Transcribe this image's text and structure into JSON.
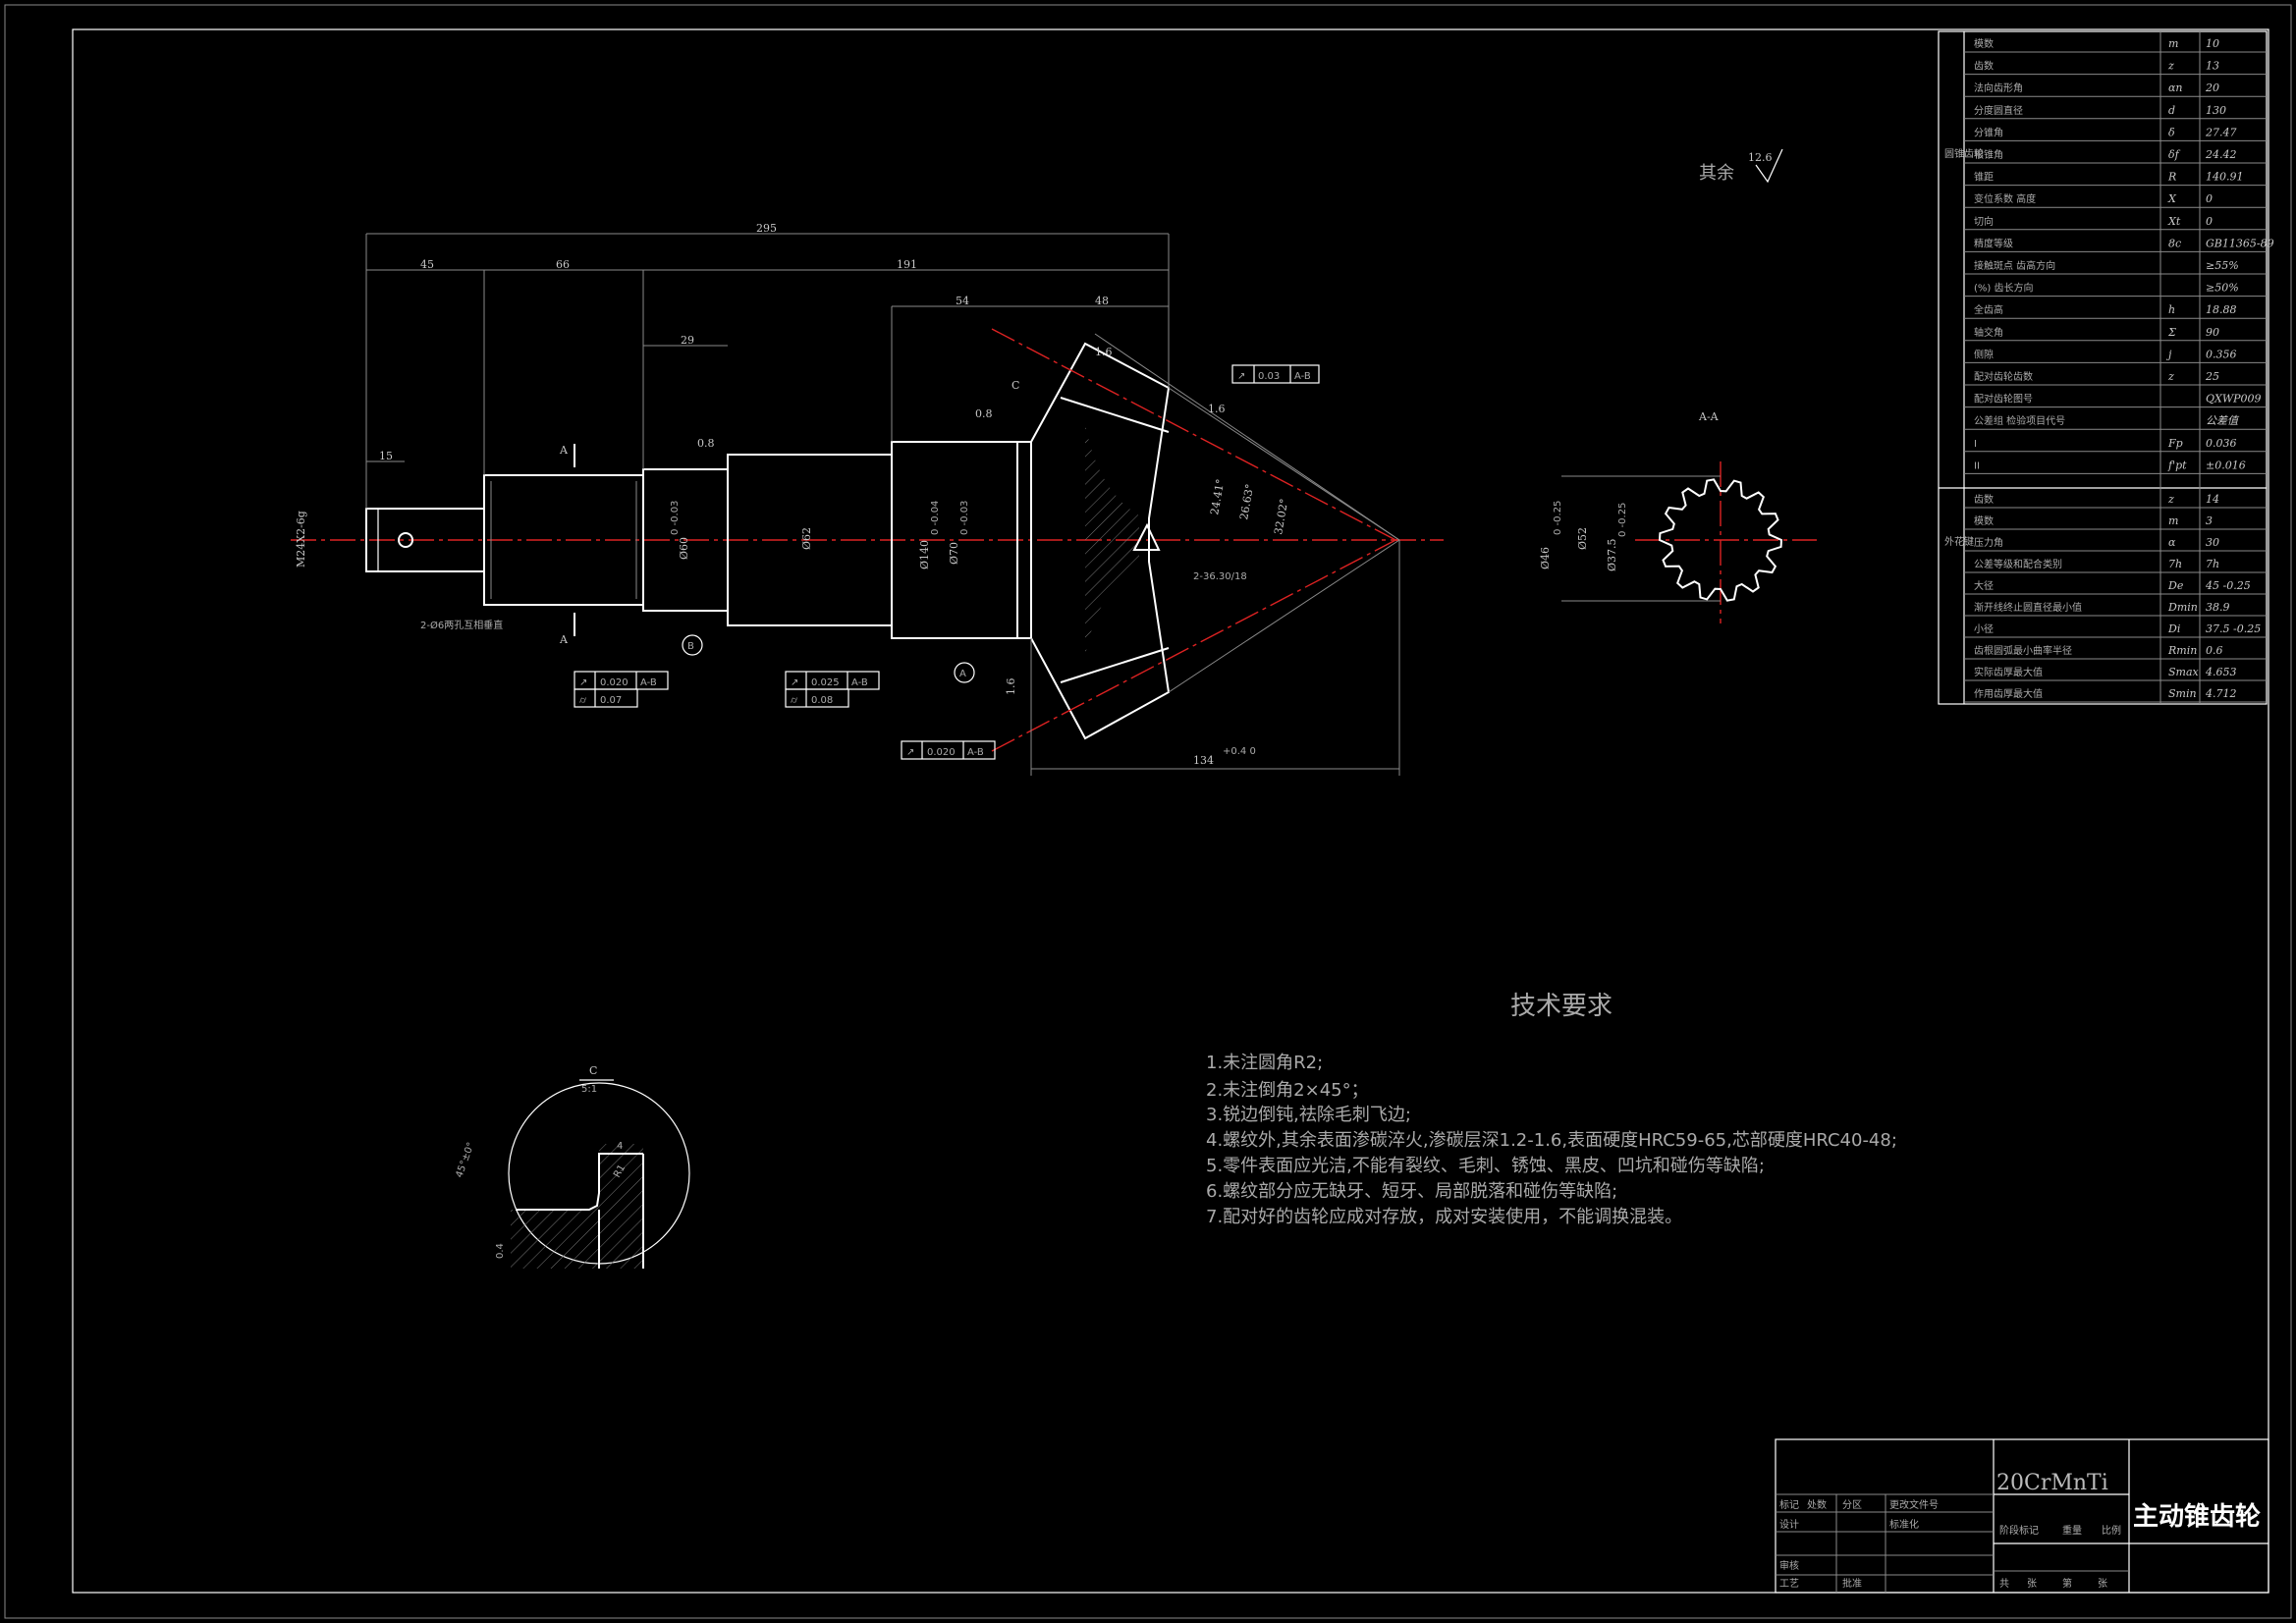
{
  "roughness_note": {
    "label": "其余",
    "value": "12.6"
  },
  "dims": {
    "d295": "295",
    "d45": "45",
    "d66": "66",
    "d191": "191",
    "d54": "54",
    "d48": "48",
    "d29": "29",
    "d15": "15",
    "thread": "M24X2-6g",
    "phi60": "Ø60",
    "phi60_tol": "0  -0.03",
    "phi62": "Ø62",
    "phi140": "Ø140",
    "phi140_tol": "0  -0.04",
    "phi70": "Ø70",
    "phi70_tol": "0  -0.03",
    "d134": "134",
    "d134_tol": "+0.4  0",
    "ang1": "24.41°",
    "ang2": "26.63°",
    "ang3": "32.02°",
    "r08a": "0.8",
    "r08b": "0.8",
    "r16a": "1.6",
    "r16b": "1.6",
    "r16c": "1.6",
    "holes": "2-Ø6两孔互相垂直",
    "holes2": "2-36.30/18",
    "sec_label": "A-A",
    "cut_a": "A",
    "phi46": "Ø46",
    "phi46_tol": "0  -0.25",
    "phi52": "Ø52",
    "phi37": "Ø37.5",
    "phi37_tol": "0  -0.25",
    "datum_a": "A",
    "datum_b": "B",
    "mark_c": "C"
  },
  "tolerances": [
    {
      "sym": "↗",
      "val": "0.03",
      "ref": "A-B"
    },
    {
      "sym": "↗",
      "val": "0.020",
      "ref": "A-B"
    },
    {
      "sym": "⌭",
      "val": "0.07",
      "ref": ""
    },
    {
      "sym": "↗",
      "val": "0.025",
      "ref": "A-B"
    },
    {
      "sym": "⌭",
      "val": "0.08",
      "ref": ""
    },
    {
      "sym": "↗",
      "val": "0.020",
      "ref": "A-B"
    }
  ],
  "detail": {
    "label": "C",
    "scale": "5:1",
    "angle": "45°±0°",
    "dim1": "4",
    "dim2": "R1",
    "dim3": "0.4"
  },
  "tech": {
    "heading": "技术要求",
    "items": [
      "1.未注圆角R2;",
      "2.未注倒角2×45°；",
      "3.锐边倒钝,祛除毛刺飞边;",
      "4.螺纹外,其余表面渗碳淬火,渗碳层深1.2-1.6,表面硬度HRC59-65,芯部硬度HRC40-48;",
      "5.零件表面应光洁,不能有裂纹、毛刺、锈蚀、黑皮、凹坑和碰伤等缺陷;",
      "6.螺纹部分应无缺牙、短牙、局部脱落和碰伤等缺陷;",
      "7.配对好的齿轮应成对存放，成对安装使用，不能调换混装。"
    ]
  },
  "gear_table": {
    "side": "圆锥齿轮",
    "rows": [
      [
        "模数",
        "m",
        "10"
      ],
      [
        "齿数",
        "z",
        "13"
      ],
      [
        "法向齿形角",
        "αn",
        "20"
      ],
      [
        "分度圆直径",
        "d",
        "130"
      ],
      [
        "分锥角",
        "δ",
        "27.47"
      ],
      [
        "根锥角",
        "δf",
        "24.42"
      ],
      [
        "锥距",
        "R",
        "140.91"
      ],
      [
        "变位系数 高度",
        "X",
        "0"
      ],
      [
        "切向",
        "Xt",
        "0"
      ],
      [
        "精度等级",
        "8c",
        "GB11365-89"
      ],
      [
        "接触斑点 齿高方向",
        "",
        "≥55%"
      ],
      [
        "(%) 齿长方向",
        "",
        "≥50%"
      ],
      [
        "全齿高",
        "h",
        "18.88"
      ],
      [
        "轴交角",
        "Σ",
        "90"
      ],
      [
        "侧隙",
        "j",
        "0.356"
      ],
      [
        "配对齿轮齿数",
        "z",
        "25"
      ],
      [
        "配对齿轮图号",
        "",
        "QXWP009"
      ],
      [
        "公差组 检验项目代号",
        "",
        "公差值"
      ],
      [
        "I",
        "Fp",
        "0.036"
      ],
      [
        "II",
        "f'pt",
        "±0.016"
      ]
    ]
  },
  "spline_table": {
    "side": "外花键",
    "rows": [
      [
        "齿数",
        "z",
        "14"
      ],
      [
        "模数",
        "m",
        "3"
      ],
      [
        "压力角",
        "α",
        "30"
      ],
      [
        "公差等级和配合类别",
        "7h",
        "7h"
      ],
      [
        "大径",
        "De",
        "45 -0.25"
      ],
      [
        "渐开线终止圆直径最小值",
        "Dmin",
        "38.9"
      ],
      [
        "小径",
        "Di",
        "37.5 -0.25"
      ],
      [
        "齿根圆弧最小曲率半径",
        "Rmin",
        "0.6"
      ],
      [
        "实际齿厚最大值",
        "Smax",
        "4.653"
      ],
      [
        "作用齿厚最大值",
        "Smin",
        "4.712"
      ]
    ]
  },
  "title_block": {
    "material": "20CrMnTi",
    "part_name": "主动锥齿轮",
    "labels": [
      "标记",
      "处数",
      "分区",
      "更改文件号",
      "设计",
      "标准化",
      "审核",
      "工艺",
      "批准",
      "阶段标记",
      "重量",
      "比例",
      "共",
      "张",
      "第",
      "张"
    ]
  }
}
